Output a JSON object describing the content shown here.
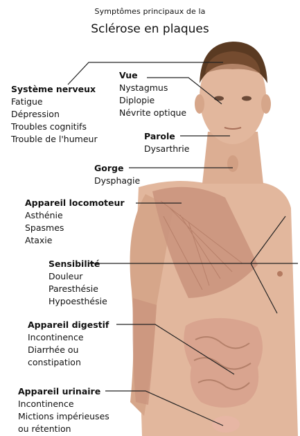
{
  "title": {
    "small": "Symptômes principaux de la",
    "main": "Sclérose en plaques"
  },
  "groups": {
    "systeme_nerveux": {
      "heading": "Système nerveux",
      "items": [
        "Fatigue",
        "Dépression",
        "Troubles cognitifs",
        "Trouble de l'humeur"
      ]
    },
    "vue": {
      "heading": "Vue",
      "items": [
        "Nystagmus",
        "Diplopie",
        "Névrite optique"
      ]
    },
    "parole": {
      "heading": "Parole",
      "items": [
        "Dysarthrie"
      ]
    },
    "gorge": {
      "heading": "Gorge",
      "items": [
        "Dysphagie"
      ]
    },
    "locomoteur": {
      "heading": "Appareil locomoteur",
      "items": [
        "Asthénie",
        "Spasmes",
        "Ataxie"
      ]
    },
    "sensibilite": {
      "heading": "Sensibilité",
      "items": [
        "Douleur",
        "Paresthésie",
        "Hypoesthésie"
      ]
    },
    "digestif": {
      "heading": "Appareil digestif",
      "items": [
        "Incontinence",
        "Diarrhée ou",
        "constipation"
      ]
    },
    "urinaire": {
      "heading": "Appareil urinaire",
      "items": [
        "Incontinence",
        "Mictions impérieuses",
        "ou rétention"
      ]
    }
  },
  "colors": {
    "skin": "#e2b79d",
    "skin_shadow": "#c99478",
    "hair": "#5a3a22",
    "muscle": "#c9937c",
    "intestine": "#d9a48f",
    "leader_line": "#222222"
  }
}
